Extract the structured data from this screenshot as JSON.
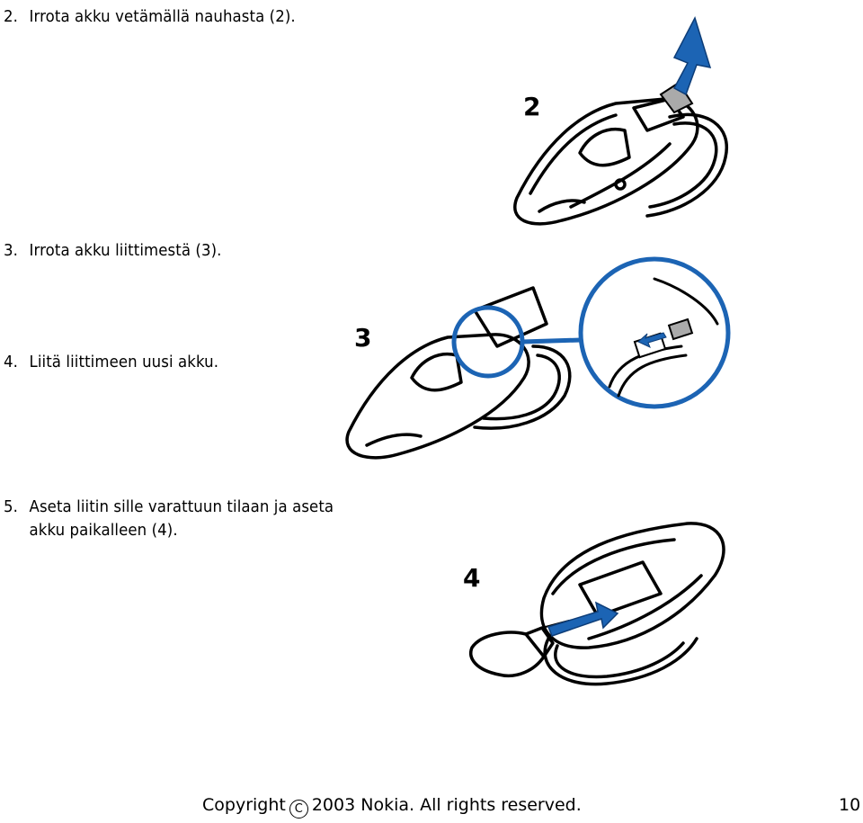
{
  "steps": [
    {
      "number": "2.",
      "text": "Irrota akku vetämällä nauhasta (2)."
    },
    {
      "number": "3.",
      "text": "Irrota akku liittimestä (3)."
    },
    {
      "number": "4.",
      "text": "Liitä liittimeen uusi akku."
    },
    {
      "number": "5.",
      "text_line1": "Aseta liitin sille varattuun tilaan ja aseta",
      "text_line2": "akku paikalleen (4)."
    }
  ],
  "figures": [
    {
      "label": "2",
      "arrow_color": "#1c64b4"
    },
    {
      "label": "3",
      "highlight_color": "#1c64b4"
    },
    {
      "label": "4",
      "arrow_color": "#1c64b4"
    }
  ],
  "footer": {
    "copyright_prefix": "Copyright",
    "copyright_symbol": "C",
    "copyright_suffix": "2003 Nokia. All rights reserved.",
    "page_number": "10"
  }
}
